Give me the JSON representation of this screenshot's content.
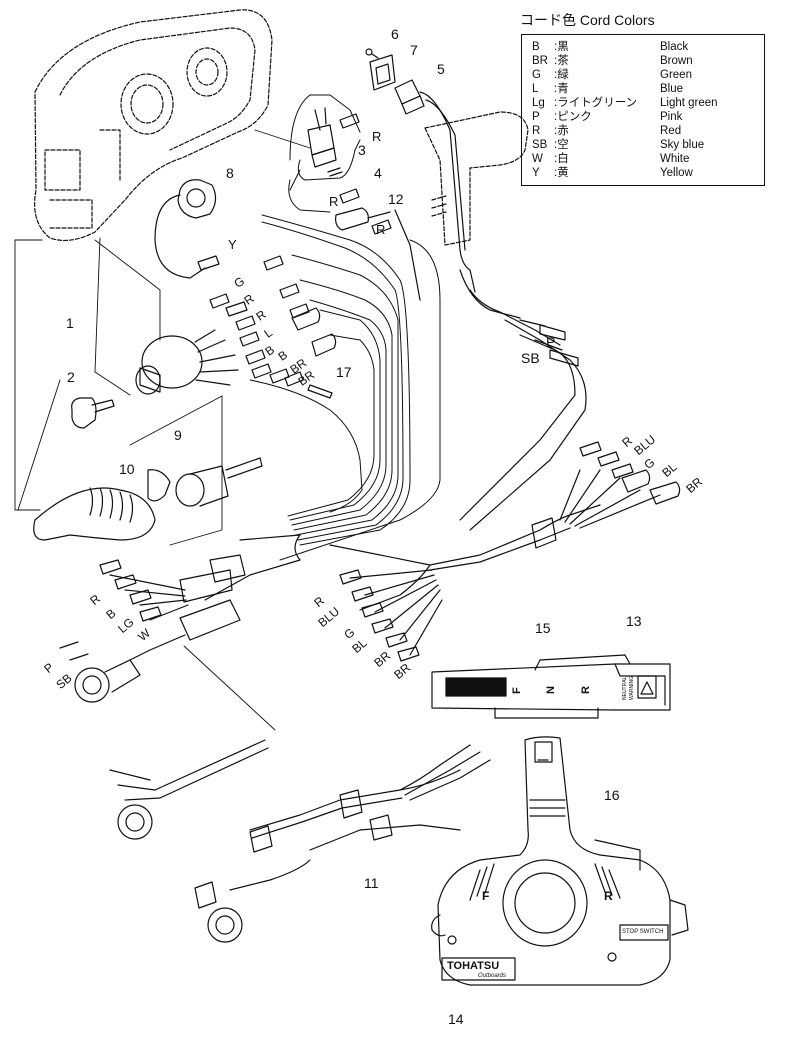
{
  "legend": {
    "title": "コード色 Cord Colors",
    "rows": [
      {
        "code": "B",
        "jp": ":黒",
        "en": "Black"
      },
      {
        "code": "BR",
        "jp": ":茶",
        "en": "Brown"
      },
      {
        "code": "G",
        "jp": ":緑",
        "en": "Green"
      },
      {
        "code": "L",
        "jp": ":青",
        "en": "Blue"
      },
      {
        "code": "Lg",
        "jp": ":ライトグリーン",
        "en": "Light green"
      },
      {
        "code": "P",
        "jp": ":ピンク",
        "en": "Pink"
      },
      {
        "code": "R",
        "jp": ":赤",
        "en": "Red"
      },
      {
        "code": "SB",
        "jp": ":空",
        "en": "Sky  blue"
      },
      {
        "code": "W",
        "jp": ":白",
        "en": "White"
      },
      {
        "code": "Y",
        "jp": ":黄",
        "en": "Yellow"
      }
    ]
  },
  "callouts": [
    "1",
    "2",
    "3",
    "4",
    "5",
    "6",
    "7",
    "8",
    "9",
    "10",
    "11",
    "12",
    "13",
    "14",
    "15",
    "16",
    "17"
  ],
  "wire_tags": {
    "upper": [
      "R",
      "R",
      "R",
      "Y",
      "G",
      "R",
      "R",
      "L",
      "B",
      "B",
      "BR",
      "BR"
    ],
    "right_harness": [
      "R",
      "BLU",
      "G",
      "BL",
      "BR"
    ],
    "left_connector": [
      "R",
      "B",
      "LG",
      "W",
      "P",
      "SB"
    ],
    "mid_connector": [
      "R",
      "BLU",
      "G",
      "BL",
      "BR",
      "BR"
    ],
    "ps": [
      "P",
      "SB"
    ]
  },
  "panel_text": {
    "gear_letters": [
      "F",
      "N",
      "R"
    ],
    "neutral_warning": [
      "NEUTRAL",
      "WARNING"
    ],
    "brand": "TOHATSU",
    "brand_sub": "Outboards",
    "stop_switch": "STOP SWITCH",
    "remote_letters": [
      "F",
      "R"
    ]
  }
}
